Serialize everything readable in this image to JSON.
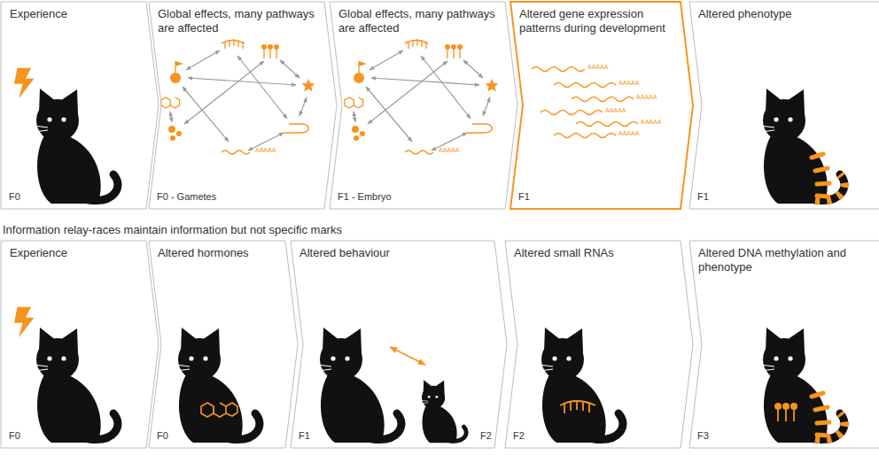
{
  "diagram": {
    "nodes": [
      {
        "text": [
          "Experience",
          "F0"
        ]
      },
      {
        "text": [
          "Global effects, many pathways are affected",
          "F0 - Gametes"
        ]
      },
      {
        "text": [
          "Global effects, many pathways are affected",
          "F1 - Embryo"
        ]
      },
      {
        "text": [
          "Altered gene expression patterns during development",
          "F1"
        ]
      },
      {
        "text": [
          "Altered phenotype",
          "F1"
        ]
      },
      {
        "text": [
          "Experience",
          "F0"
        ]
      },
      {
        "text": [
          "Altered hormones",
          "F0"
        ]
      },
      {
        "text": [
          "Altered behaviour",
          "F1",
          "F2"
        ]
      },
      {
        "text": [
          "Altered small RNAs",
          "F2"
        ]
      },
      {
        "text": [
          "Altered DNA methylation and phenotype",
          "F3"
        ]
      }
    ],
    "labels": [
      "Information relay-races maintain information but not specific marks",
      "AAAAA",
      "AAAAA",
      "AAAAA",
      "AAAAA",
      "AAAAA",
      "AAAAA",
      "AAAAA",
      "AAAAA"
    ]
  }
}
